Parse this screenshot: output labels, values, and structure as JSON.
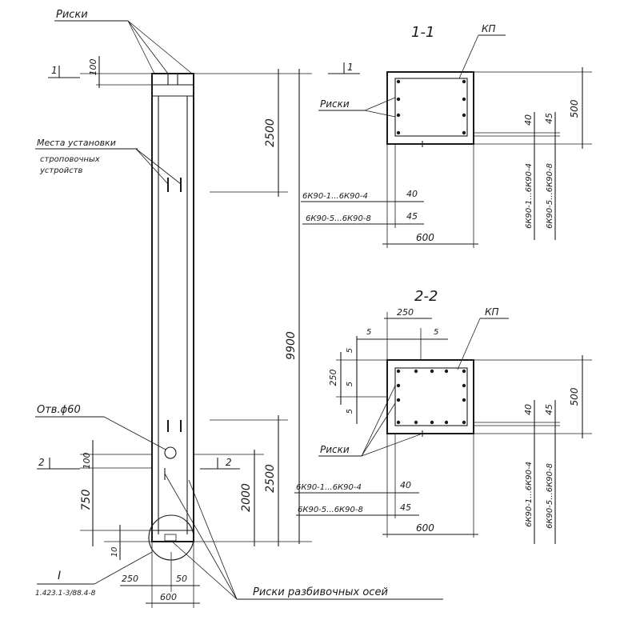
{
  "labels": {
    "riski_top": "Риски",
    "mesta_line1": "Места установки",
    "mesta_line2": "строповочных",
    "mesta_line3": "устройств",
    "otv": "Отв.ϕ60",
    "riski_razb": "Риски разбивочных осей",
    "node_mark": "I",
    "node_ref": "1.423.1-3/88.4-8",
    "section_1_title": "1-1",
    "section_2_title": "2-2",
    "kp_1": "КП",
    "kp_2": "КП",
    "riski_1": "Риски",
    "riski_2": "Риски",
    "cut1_left": "1",
    "cut1_right": "1",
    "cut2_left": "2",
    "cut2_right": "2"
  },
  "dims": {
    "d100_top": "100",
    "d2500_top": "2500",
    "d9900": "9900",
    "d100_bot": "100",
    "d750": "750",
    "d10": "10",
    "d2000": "2000",
    "d2500_bot": "2500",
    "d250_bot": "250",
    "d50_bot": "50",
    "d600_bot": "600",
    "s1_40": "40",
    "s1_45": "45",
    "s1_500": "500",
    "s1_600": "600",
    "s1_range1": "6К90-1...6К90-4",
    "s1_range2": "6К90-5...6К90-8",
    "s1_vert1": "6К90-1...6К90-4",
    "s1_vert2": "6К90-5...6К90-8",
    "s2_250_top": "250",
    "s2_5a": "5",
    "s2_5b": "5",
    "s2_250_left": "250",
    "s2_5c": "5",
    "s2_5d": "5",
    "s2_5e": "5",
    "s2_40": "40",
    "s2_45": "45",
    "s2_500": "500",
    "s2_600": "600",
    "s2_range1": "6К90-1...6К90-4",
    "s2_range2": "6К90-5...6К90-8",
    "s2_vert1": "6К90-1...6К90-4",
    "s2_vert2": "6К90-5...6К90-8"
  }
}
